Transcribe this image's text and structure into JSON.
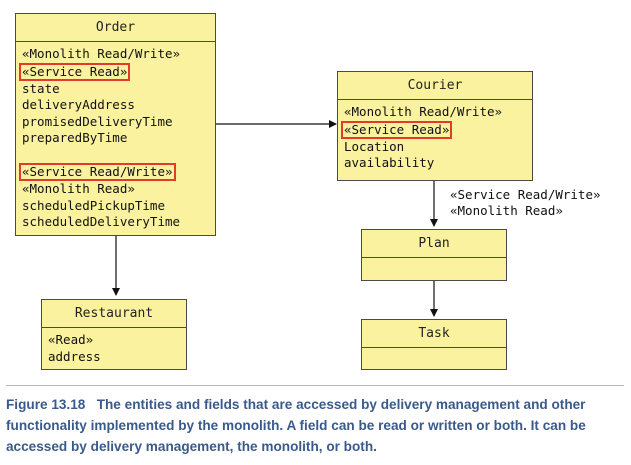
{
  "entities": {
    "order": {
      "name": "Order",
      "group1": {
        "tag": "«Monolith Read/Write»",
        "highlight": "«Service Read»",
        "fields": [
          "state",
          "deliveryAddress",
          "promisedDeliveryTime",
          "preparedByTime"
        ]
      },
      "group2": {
        "highlight": "«Service Read/Write»",
        "tag": "«Monolith Read»",
        "fields": [
          "scheduledPickupTime",
          "scheduledDeliveryTime"
        ]
      }
    },
    "courier": {
      "name": "Courier",
      "tag": "«Monolith Read/Write»",
      "highlight": "«Service Read»",
      "fields": [
        "Location",
        "availability"
      ]
    },
    "restaurant": {
      "name": "Restaurant",
      "tag": "«Read»",
      "fields": [
        "address"
      ]
    },
    "plan": {
      "name": "Plan"
    },
    "task": {
      "name": "Task"
    }
  },
  "edge_labels": {
    "courier_plan": [
      "«Service Read/Write»",
      "«Monolith Read»"
    ]
  },
  "colors": {
    "box_fill": "#fbf29f",
    "highlight_border": "#e23b2e",
    "caption_text": "#3a5a8c"
  },
  "caption": {
    "label": "Figure 13.18",
    "text": "The entities and fields that are accessed by delivery management and other functionality implemented by the monolith. A field can be read or written or both. It can be accessed by delivery management, the monolith, or both."
  }
}
